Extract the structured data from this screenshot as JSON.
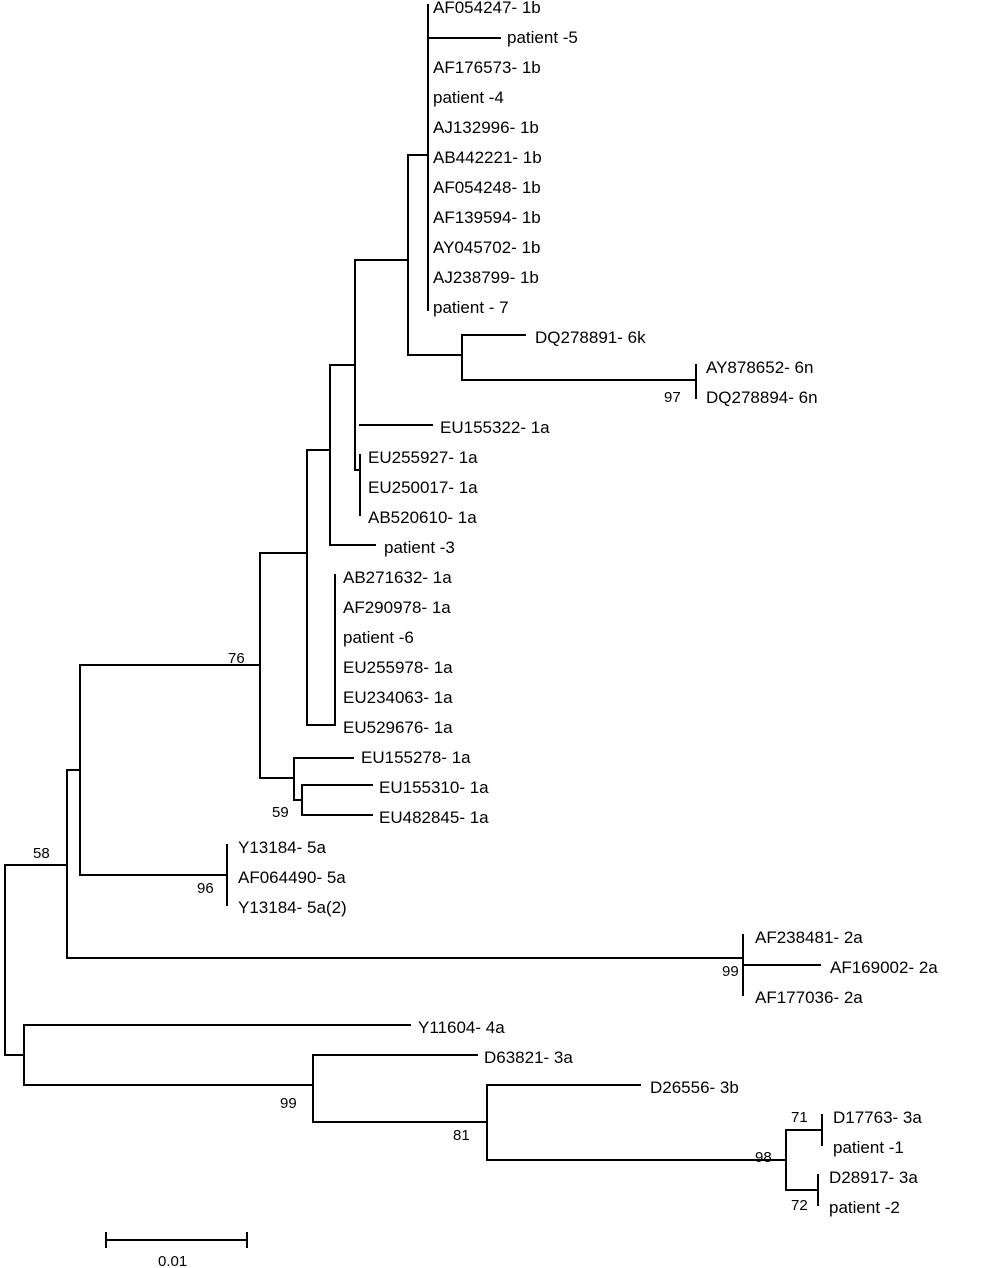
{
  "tree": {
    "leaves": [
      "AF054247- 1b",
      "patient -5",
      "AF176573- 1b",
      "patient -4",
      "AJ132996- 1b",
      "AB442221- 1b",
      "AF054248- 1b",
      "AF139594- 1b",
      "AY045702- 1b",
      "AJ238799- 1b",
      "patient - 7",
      "DQ278891- 6k",
      "AY878652- 6n",
      "DQ278894- 6n",
      "EU155322- 1a",
      "EU255927- 1a",
      "EU250017- 1a",
      "AB520610- 1a",
      "patient -3",
      "AB271632- 1a",
      "AF290978- 1a",
      "patient -6",
      "EU255978- 1a",
      "EU234063- 1a",
      "EU529676- 1a",
      "EU155278- 1a",
      "EU155310- 1a",
      "EU482845- 1a",
      "Y13184- 5a",
      "AF064490- 5a",
      "Y13184- 5a(2)",
      "AF238481- 2a",
      "AF169002- 2a",
      "AF177036- 2a",
      "Y11604- 4a",
      "D63821- 3a",
      "D26556- 3b",
      "D17763- 3a",
      "patient -1",
      "D28917- 3a",
      "patient -2"
    ],
    "support_values": [
      "97",
      "76",
      "59",
      "58",
      "96",
      "99",
      "99",
      "81",
      "71",
      "98",
      "72"
    ],
    "scale_bar_label": "0.01"
  }
}
